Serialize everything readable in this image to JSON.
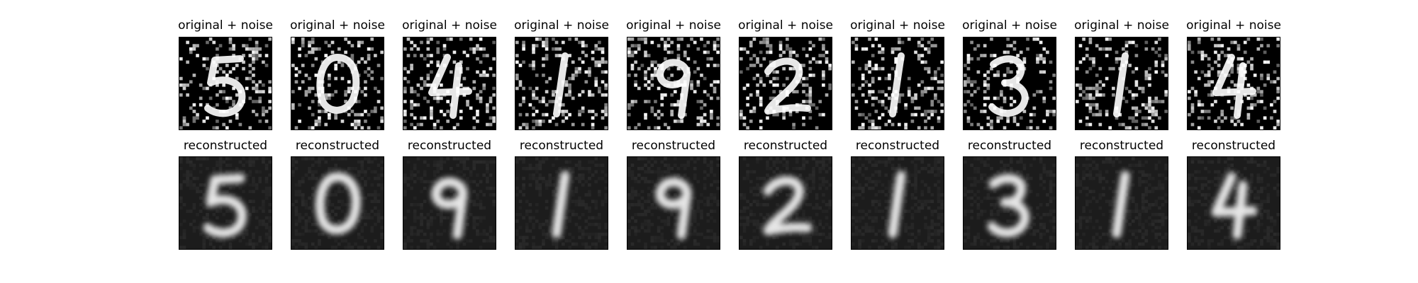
{
  "figure": {
    "rows": [
      {
        "row_label": "original + noise",
        "style": "noisy",
        "panels": [
          {
            "title": "original + noise",
            "digit": "5"
          },
          {
            "title": "original + noise",
            "digit": "0"
          },
          {
            "title": "original + noise",
            "digit": "4"
          },
          {
            "title": "original + noise",
            "digit": "1"
          },
          {
            "title": "original + noise",
            "digit": "9"
          },
          {
            "title": "original + noise",
            "digit": "2"
          },
          {
            "title": "original + noise",
            "digit": "1"
          },
          {
            "title": "original + noise",
            "digit": "3"
          },
          {
            "title": "original + noise",
            "digit": "1"
          },
          {
            "title": "original + noise",
            "digit": "4"
          }
        ]
      },
      {
        "row_label": "reconstructed",
        "style": "reconstructed",
        "panels": [
          {
            "title": "reconstructed",
            "digit": "5"
          },
          {
            "title": "reconstructed",
            "digit": "0"
          },
          {
            "title": "reconstructed",
            "digit": "9"
          },
          {
            "title": "reconstructed",
            "digit": "1"
          },
          {
            "title": "reconstructed",
            "digit": "9"
          },
          {
            "title": "reconstructed",
            "digit": "2"
          },
          {
            "title": "reconstructed",
            "digit": "1"
          },
          {
            "title": "reconstructed",
            "digit": "3"
          },
          {
            "title": "reconstructed",
            "digit": "1"
          },
          {
            "title": "reconstructed",
            "digit": "4"
          }
        ]
      }
    ],
    "colors": {
      "background": "#ffffff",
      "image_background": "#000000",
      "reconstructed_background": "#1c1c1c",
      "digit_stroke": "#e6e6e6",
      "noise_pixel": "#ffffff"
    }
  }
}
